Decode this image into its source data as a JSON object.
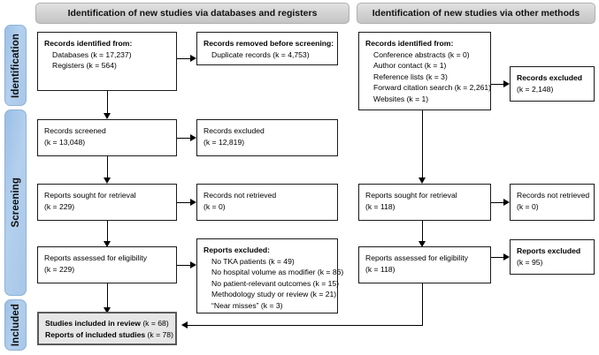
{
  "phases": [
    {
      "label": "Identification"
    },
    {
      "label": "Screening"
    },
    {
      "label": "Included"
    }
  ],
  "column_headers": [
    {
      "label": "Identification of new studies via databases and registers"
    },
    {
      "label": "Identification of new studies via other methods"
    }
  ],
  "boxes": {
    "db_identified": {
      "head": "Records identified from:",
      "items": [
        "Databases (k = 17,237)",
        "Registers (k = 564)"
      ]
    },
    "db_removed": {
      "head": "Records removed before screening:",
      "items": [
        "Duplicate records (k = 4,753)"
      ]
    },
    "db_screened": {
      "head": "Records screened",
      "count": "(k = 13,048)"
    },
    "db_screened_excluded": {
      "head": "Records excluded",
      "count": "(k = 12,819)"
    },
    "db_sought": {
      "head": "Reports sought for retrieval",
      "count": "(k = 229)"
    },
    "db_not_retrieved": {
      "head": "Records not retrieved",
      "count": "(k = 0)"
    },
    "db_assessed": {
      "head": "Reports assessed for eligibility",
      "count": "(k = 229)"
    },
    "db_excluded": {
      "head": "Reports excluded:",
      "items": [
        "No TKA patients (k = 49)",
        "No hospital volume as modifier (k = 86)",
        "No patient-relevant outcomes (k = 15)",
        "Methodology study or review (k = 21)",
        "“Near misses” (k = 3)"
      ]
    },
    "other_identified": {
      "head": "Records identified from:",
      "items": [
        "Conference abstracts (k = 0)",
        "Author contact (k = 1)",
        "Reference lists (k = 3)",
        "Forward citation search (k = 2,261)",
        "Websites (k = 1)"
      ]
    },
    "other_excluded": {
      "head": "Records excluded",
      "count": "(k = 2,148)"
    },
    "other_sought": {
      "head": "Reports sought for retrieval",
      "count": "(k = 118)"
    },
    "other_not_retrieved": {
      "head": "Records not retrieved",
      "count": "(k = 0)"
    },
    "other_assessed": {
      "head": "Reports assessed for eligibility",
      "count": "(k = 118)"
    },
    "other_reports_excluded": {
      "head": "Reports excluded",
      "count": "(k = 95)"
    },
    "included": {
      "line1_bold": "Studies included in review",
      "line1_count": " (k = 68)",
      "line2_bold": "Reports of included studies",
      "line2_count": " (k = 78)"
    }
  },
  "colors": {
    "phase_tab": "#a8c6e8",
    "header_bar": "#d2d2d2",
    "included_fill": "#e6e6e6",
    "box_border": "#1a1a1a",
    "connector": "#000000"
  }
}
